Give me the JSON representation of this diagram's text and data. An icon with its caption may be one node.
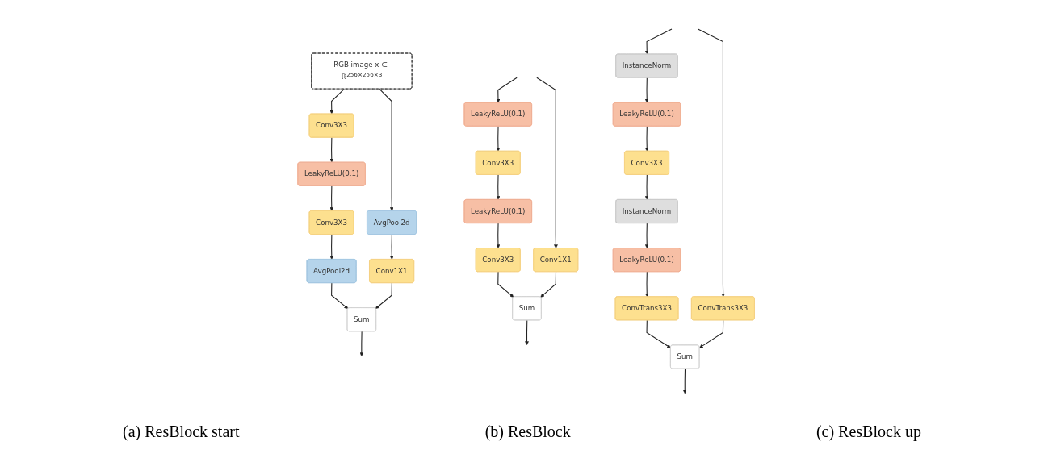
{
  "diagram": {
    "nodes": [
      {
        "text": [
          "RGB image x ∈ ℝ$^{256×256×3}$"
        ]
      },
      {
        "text": [
          "Conv3X3"
        ]
      },
      {
        "text": [
          "LeakyReLU(0.1)"
        ]
      },
      {
        "text": [
          "Conv3X3"
        ]
      },
      {
        "text": [
          "AvgPool2d"
        ]
      },
      {
        "text": [
          "Sum"
        ]
      },
      {
        "text": [
          "AvgPool2d"
        ]
      },
      {
        "text": [
          "Conv1X1"
        ]
      },
      {
        "text": [
          "LeakyReLU(0.1)"
        ]
      },
      {
        "text": [
          "Conv3X3"
        ]
      },
      {
        "text": [
          "LeakyReLU(0.1)"
        ]
      },
      {
        "text": [
          "Conv3X3"
        ]
      },
      {
        "text": [
          "Conv1X1"
        ]
      },
      {
        "text": [
          "Sum"
        ]
      },
      {
        "text": [
          "InstanceNorm"
        ]
      },
      {
        "text": [
          "LeakyReLU(0.1)"
        ]
      },
      {
        "text": [
          "Conv3X3"
        ]
      },
      {
        "text": [
          "InstanceNorm"
        ]
      },
      {
        "text": [
          "LeakyReLU(0.1)"
        ]
      },
      {
        "text": [
          "ConvTrans3X3"
        ]
      },
      {
        "text": [
          "ConvTrans3X3"
        ]
      },
      {
        "text": [
          "Sum"
        ]
      }
    ],
    "edges": [
      {
        "from": 0,
        "to": 1,
        "arrow": "to"
      },
      {
        "from": 1,
        "to": 2,
        "arrow": "to"
      },
      {
        "from": 2,
        "to": 3,
        "arrow": "to"
      },
      {
        "from": 3,
        "to": 4,
        "arrow": "to"
      },
      {
        "from": 4,
        "to": 5,
        "arrow": "to"
      },
      {
        "from": 0,
        "to": 6,
        "arrow": "to"
      },
      {
        "from": 6,
        "to": 7,
        "arrow": "to"
      },
      {
        "from": 7,
        "to": 5,
        "arrow": "to"
      },
      {
        "from": 5,
        "to": null,
        "arrow": "to"
      },
      {
        "from": null,
        "to": 8,
        "arrow": "to"
      },
      {
        "from": null,
        "to": 12,
        "arrow": "to"
      },
      {
        "from": 8,
        "to": 9,
        "arrow": "to"
      },
      {
        "from": 9,
        "to": 10,
        "arrow": "to"
      },
      {
        "from": 10,
        "to": 11,
        "arrow": "to"
      },
      {
        "from": 11,
        "to": 13,
        "arrow": "to"
      },
      {
        "from": 12,
        "to": 13,
        "arrow": "to"
      },
      {
        "from": 13,
        "to": null,
        "arrow": "to"
      },
      {
        "from": null,
        "to": 14,
        "arrow": "to"
      },
      {
        "from": null,
        "to": 20,
        "arrow": "to"
      },
      {
        "from": 14,
        "to": 15,
        "arrow": "to"
      },
      {
        "from": 15,
        "to": 16,
        "arrow": "to"
      },
      {
        "from": 16,
        "to": 17,
        "arrow": "to"
      },
      {
        "from": 17,
        "to": 18,
        "arrow": "to"
      },
      {
        "from": 18,
        "to": 19,
        "arrow": "to"
      },
      {
        "from": 19,
        "to": 21,
        "arrow": "to"
      },
      {
        "from": 20,
        "to": 21,
        "arrow": "to"
      },
      {
        "from": 21,
        "to": null,
        "arrow": "to"
      }
    ],
    "labels": [
      "(a) ResBlock start",
      "(b) ResBlock",
      "(c) ResBlock up"
    ]
  }
}
